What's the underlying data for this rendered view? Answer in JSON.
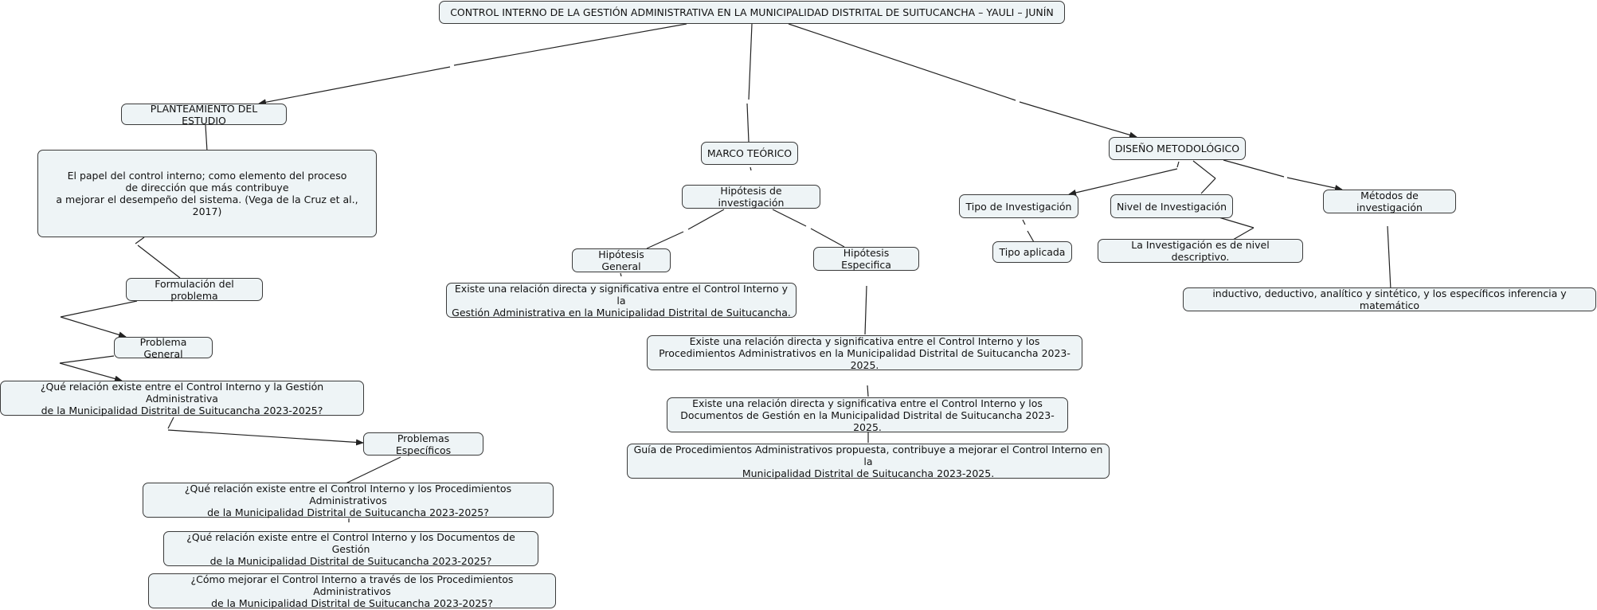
{
  "concept_map": {
    "root": "CONTROL INTERNO DE LA GESTIÓN ADMINISTRATIVA EN LA MUNICIPALIDAD DISTRITAL DE SUITUCANCHA – YAULI – JUNÍN",
    "planteamiento": {
      "title": "PLANTEAMIENTO DEL ESTUDIO",
      "quote": "El papel del control interno; como elemento del proceso\nde dirección que más contribuye\na mejorar el desempeño del sistema. (Vega de la Cruz et al., 2017)",
      "formulacion": "Formulación del problema",
      "problema_general": "Problema General",
      "pregunta_general": "¿Qué relación existe entre el Control Interno y la Gestión Administrativa\nde la Municipalidad Distrital de Suitucancha 2023-2025?",
      "problemas_especificos": "Problemas Específicos",
      "pregunta_esp_1": "¿Qué relación existe entre el Control Interno y los Procedimientos Administrativos\nde la Municipalidad Distrital de Suitucancha 2023-2025?",
      "pregunta_esp_2": "¿Qué relación existe entre el Control Interno y los Documentos de Gestión\nde la Municipalidad Distrital de Suitucancha 2023-2025?",
      "pregunta_esp_3": "¿Cómo mejorar el Control Interno a través de los Procedimientos Administrativos\nde la Municipalidad Distrital de Suitucancha 2023-2025?"
    },
    "marco": {
      "title": "MARCO TEÓRICO",
      "hipotesis": "Hipótesis de investigación",
      "hip_general": "Hipótesis General",
      "hip_general_texto": "Existe una relación directa y significativa entre el Control Interno y la\nGestión Administrativa en la Municipalidad Distrital de Suitucancha.",
      "hip_especifica": "Hipótesis Especifica",
      "hip_esp_1": "Existe una relación directa y significativa entre el Control Interno y los\nProcedimientos Administrativos en la Municipalidad Distrital de Suitucancha 2023-2025.",
      "hip_esp_2": "Existe una relación directa y significativa entre el Control Interno y los\nDocumentos de Gestión en la Municipalidad Distrital de Suitucancha 2023-2025.",
      "hip_esp_3": "Guía de Procedimientos Administrativos propuesta, contribuye a mejorar el Control Interno en la\nMunicipalidad Distrital de Suitucancha 2023-2025."
    },
    "diseno": {
      "title": "DISEÑO METODOLÓGICO",
      "tipo": "Tipo de Investigación",
      "tipo_valor": "Tipo aplicada",
      "nivel": "Nivel de Investigación",
      "nivel_valor": "La Investigación es de nivel descriptivo.",
      "metodos": "Métodos de investigación",
      "metodos_valor": "inductivo, deductivo, analítico y sintético, y los específicos inferencia y matemático"
    }
  },
  "colors": {
    "node_fill": "#eef4f6",
    "node_border": "#3a3a3a",
    "line": "#222222"
  }
}
